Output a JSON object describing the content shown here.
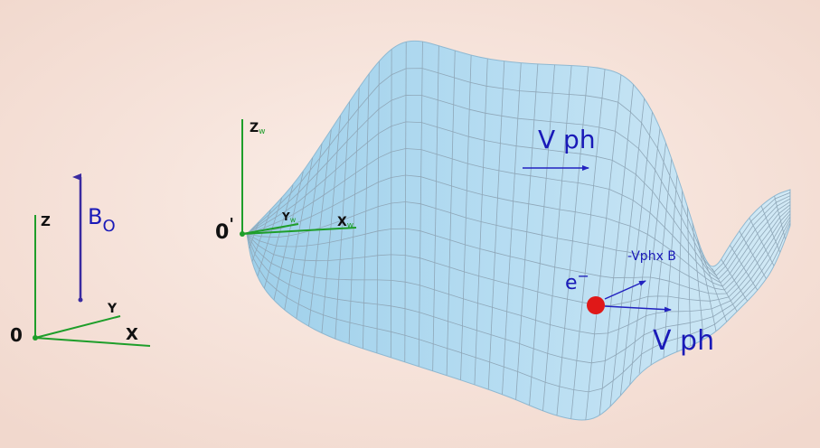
{
  "colors": {
    "background": "#f6e4dc",
    "wave_fill": "#a9d6ee",
    "wave_grid": "#8fa7b8",
    "axis_green": "#1e9e2a",
    "label_blue": "#1a1ab8",
    "b_vector": "#3a2aa0",
    "electron": "#e01818"
  },
  "lab_frame": {
    "origin_label": "0",
    "x_label": "X",
    "y_label": "Y",
    "z_label": "Z"
  },
  "b_field": {
    "symbol": "B",
    "subscript": "O"
  },
  "wave_frame": {
    "origin_label": "0",
    "origin_prime": "'",
    "x_label": "X",
    "y_label": "Y",
    "z_label": "Z",
    "subscript": "w"
  },
  "wave_labels": {
    "vph_top": "V ph",
    "vph_bottom": "V ph",
    "force": "-Vphx B"
  },
  "electron": {
    "symbol": "e",
    "charge": "−"
  }
}
